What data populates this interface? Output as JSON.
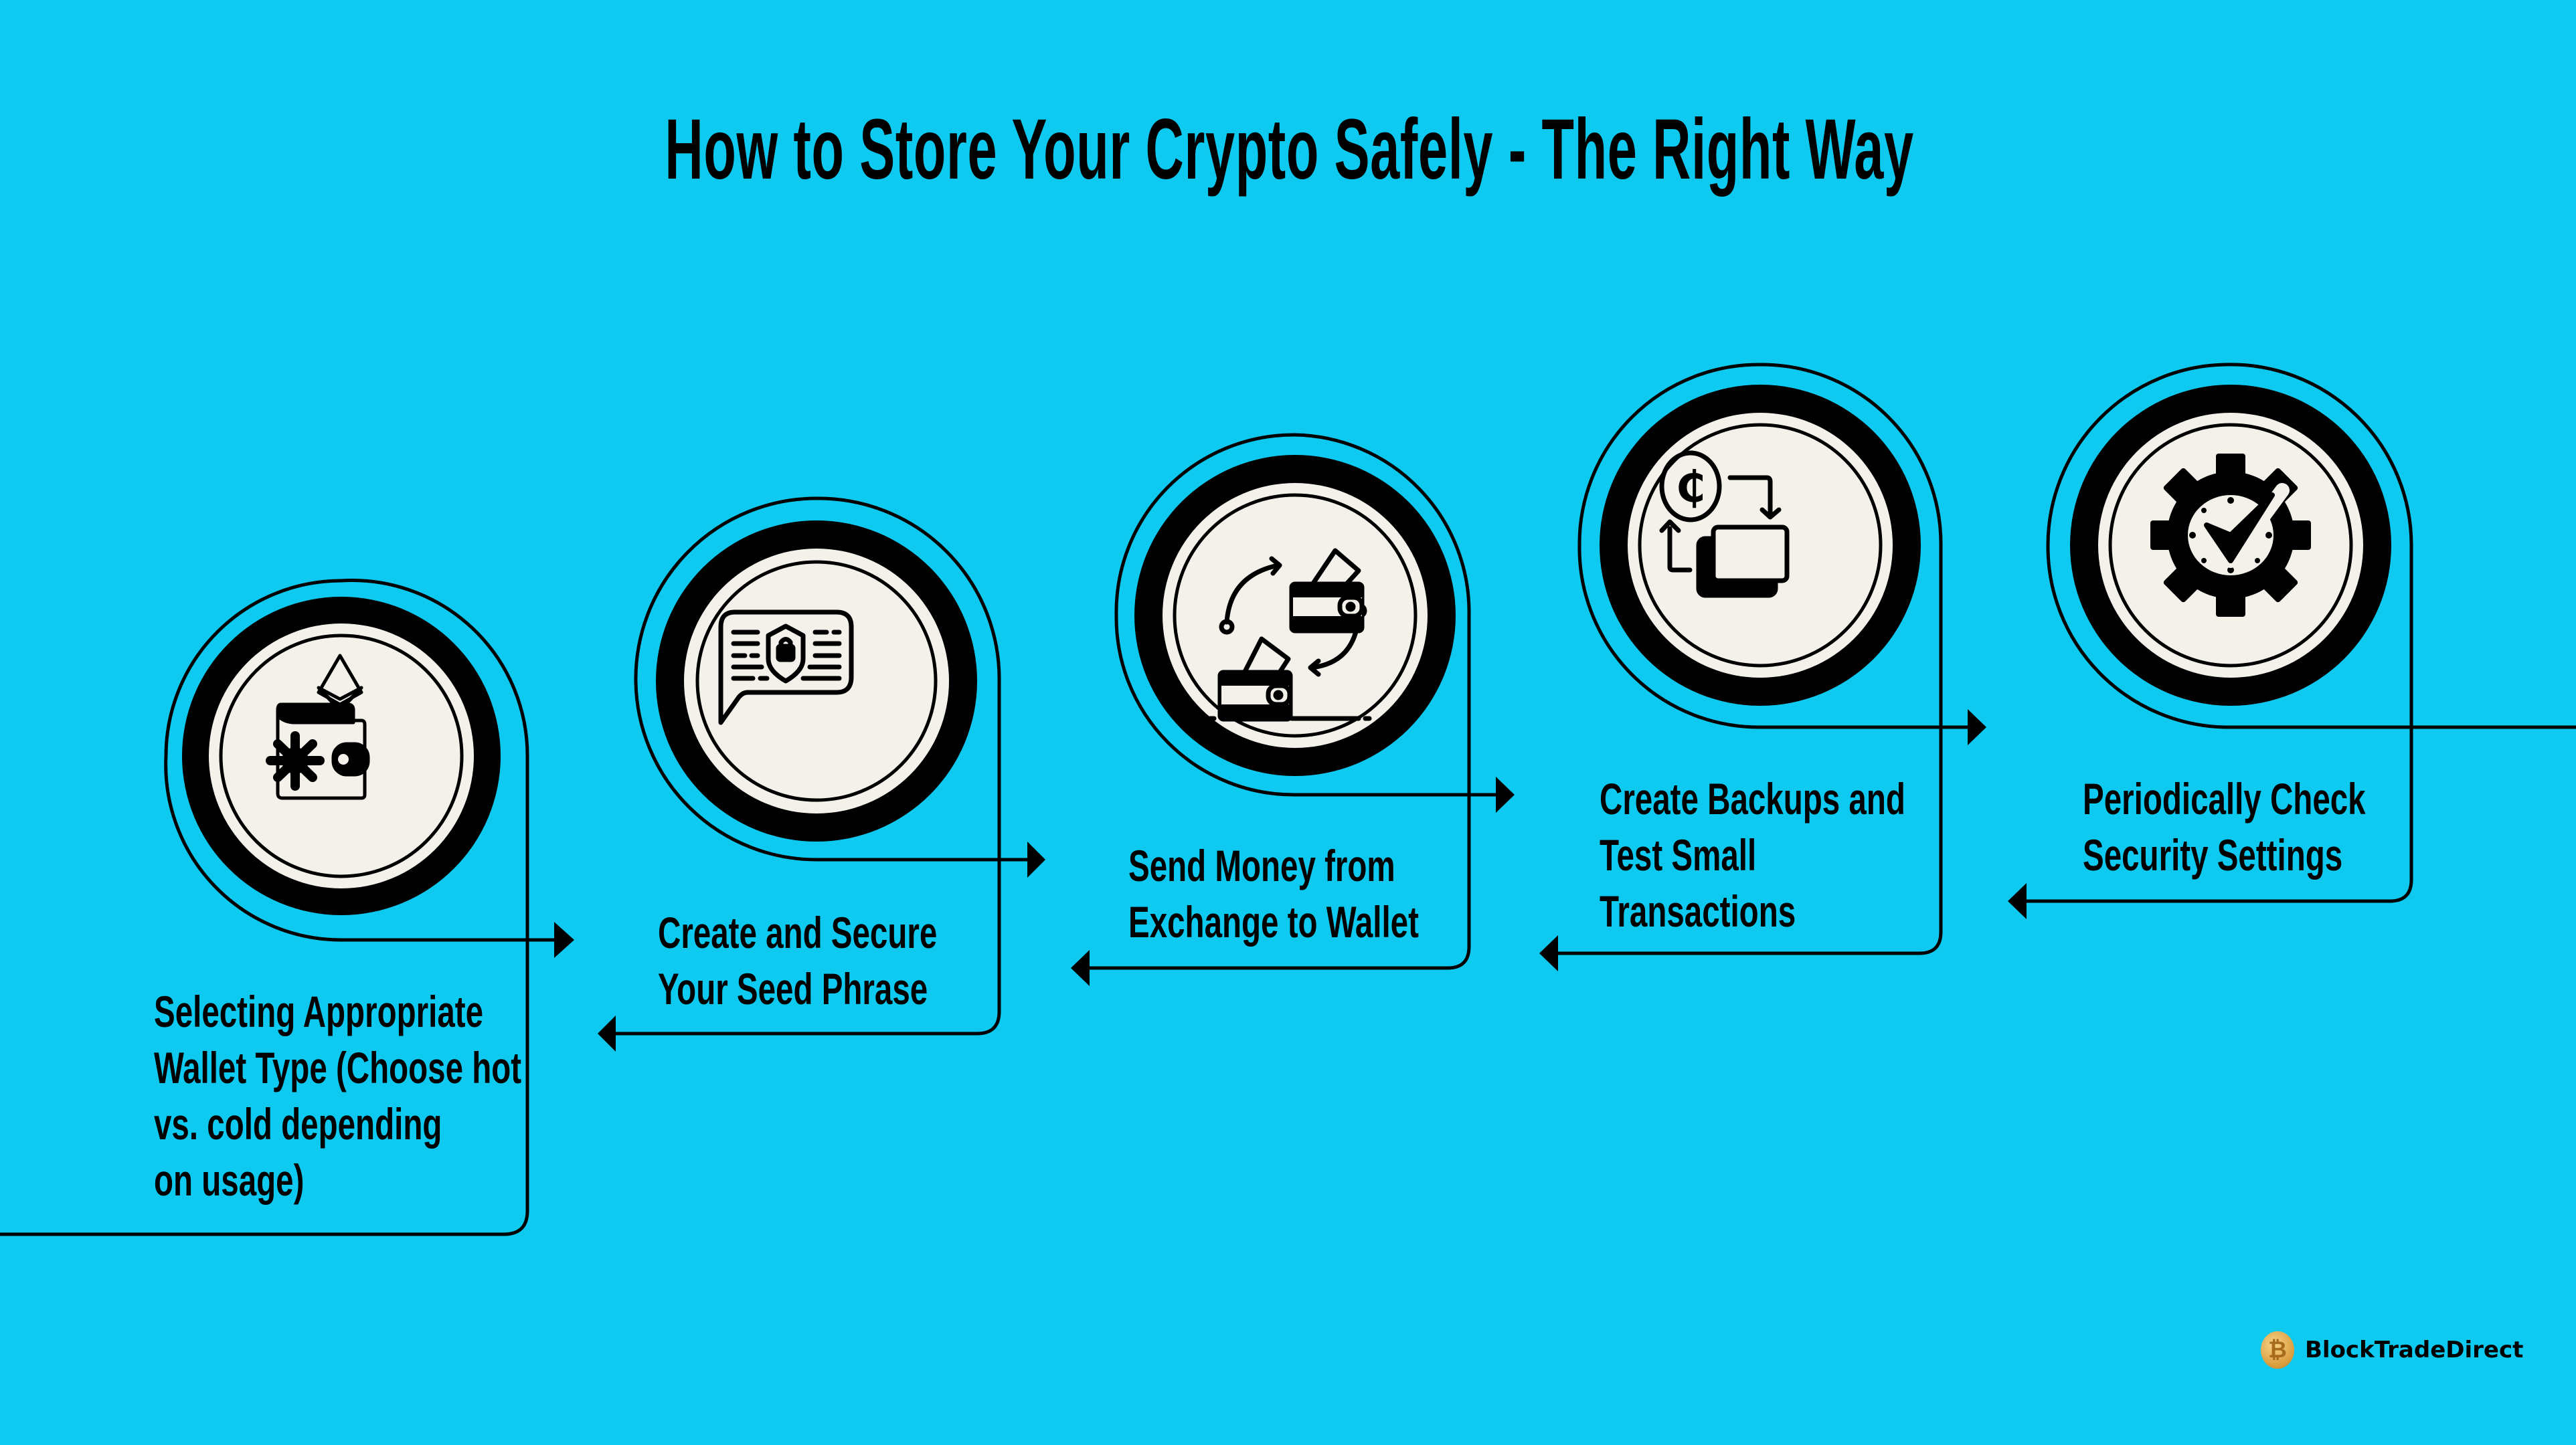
{
  "title": "How to Store Your Crypto Safely - The Right Way",
  "colors": {
    "background": "#0ecaf0",
    "ring": "#000000",
    "icon_fill": "#f3f1ea",
    "text": "#000000"
  },
  "steps": [
    {
      "index": 1,
      "icon": "wallet-ethereum-icon",
      "label_lines": [
        "Selecting Appropriate",
        "Wallet Type (Choose hot",
        "vs. cold depending",
        "on usage)"
      ]
    },
    {
      "index": 2,
      "icon": "chat-shield-lock-icon",
      "label_lines": [
        "Create and Secure",
        "Your Seed Phrase"
      ]
    },
    {
      "index": 3,
      "icon": "wallet-transfer-icon",
      "label_lines": [
        "Send Money from",
        "Exchange to Wallet"
      ]
    },
    {
      "index": 4,
      "icon": "coin-card-backup-icon",
      "label_lines": [
        "Create Backups and",
        "Test Small",
        "Transactions"
      ]
    },
    {
      "index": 5,
      "icon": "gear-clock-check-icon",
      "label_lines": [
        "Periodically Check",
        "Security Settings"
      ]
    }
  ],
  "brand": {
    "name": "BlockTradeDirect",
    "logo_icon": "bitcoin-coin-icon",
    "logo_glyph": "₿"
  }
}
